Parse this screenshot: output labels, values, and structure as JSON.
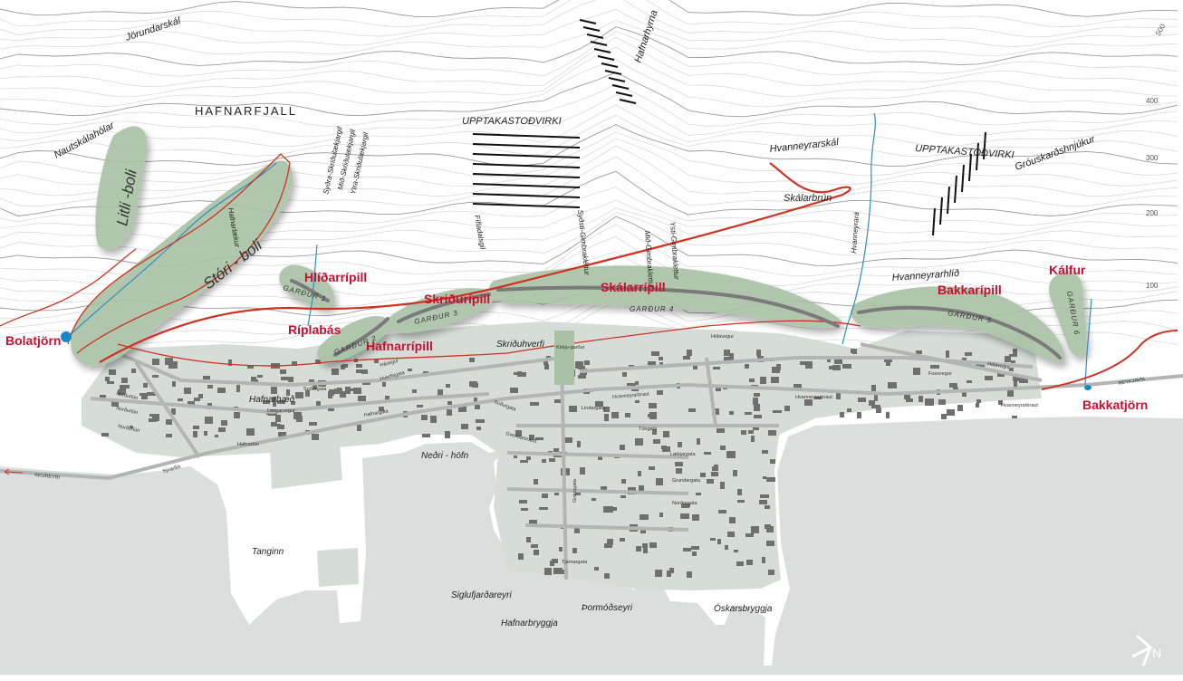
{
  "colors": {
    "sea": "#dcdedd",
    "town": "#d6ddd9",
    "zone_fill": "#a9c2a5",
    "red_line": "#cc3322",
    "water": "#2f8fc0",
    "building": "#6f6f6f",
    "road": "#b3b5b4"
  },
  "mountains": {
    "hafnarfjall": "HAFNARFJALL",
    "jorundarskal": "Jörundarskál",
    "hafnarhyrna": "Hafnarhyrna",
    "nautskalaholar": "Nautskálahólar",
    "upptak_west": "UPPTAKASTOÐVIRKI",
    "upptak_east": "UPPTAKASTOÐVIRKI",
    "hvanneyrarskal": "Hvanneyrarskál",
    "skalarbrun": "Skálarbrún",
    "grouskardshnjukur": "Gróuskarðshnjúkur",
    "hvanneyrarhlid": "Hvanneyrarhlíð"
  },
  "gullies": {
    "sydra": "Syðra-Skriðulækjargil",
    "mid": "Mið-Skriðulækjargil",
    "ytra": "Ytra-Skriðulækjargil",
    "hafnarlaekur": "Hafnarlækur",
    "fifladalsgil": "Fífladalsgil",
    "sydsti": "Syðsti-Gimbrakléttur",
    "mid_gimbra": "Mið-Gimbraklettur",
    "ysti_gimbra": "Ysti-Gimbraklettur",
    "hvanneyrara": "Hvanneyrará"
  },
  "elevations": [
    "500",
    "400",
    "300",
    "200",
    "100"
  ],
  "avalanche_zones": {
    "litli_boli": "Litli -boli",
    "stori_boli": "Stóri - boli"
  },
  "red_labels": {
    "bolatjorn": "Bolatjörn",
    "hlidarripill": "Hlíðarrípill",
    "riplabas": "Ríplabás",
    "hafnarripill": "Hafnarrípill",
    "skriduripill": "Skriðurípill",
    "skalarripill": "Skálarrípill",
    "bakkaripill": "Bakkarípill",
    "kalfur": "Kálfur",
    "bakkatjorn": "Bakkatjörn"
  },
  "dams": [
    "GARÐUR 1",
    "GARÐUR 2",
    "GARÐUR 3",
    "GARÐUR 4",
    "GARÐUR 5",
    "GARÐUR 6"
  ],
  "places": {
    "hafnarhaed": "Hafnarhæð",
    "skriduhverfi": "Skriðuhverfi",
    "kirkjugardur": "Kirkju-garður",
    "nedri_hofn": "Neðri - höfn",
    "tanginn": "Tanginn",
    "siglufjardareyri": "Siglufjarðareyri",
    "hafnarbryggja": "Hafnarbryggja",
    "thormodseyri": "Þormóðseyri",
    "oskarsbryggja": "Óskarsbryggja",
    "akureyri": "AKUREYRI",
    "reykjavik": "REYKJAVÍK"
  },
  "streets": {
    "nordurtun1": "Norðurtún",
    "nordurtun2": "Norðurtún",
    "nordurtun3": "Norðurtún",
    "sudurgata": "Suðurgata",
    "laugarvegur": "Laugarvegur",
    "hafnargata": "Hafnargata",
    "hafnartun": "Hafnartún",
    "havegur": "Hávegur",
    "hverfisgata": "Hverfisgata",
    "sudurgata2": "Suðurgata",
    "gudrunargata": "Gvendarbrautt",
    "lindargata": "Lindargata",
    "hvanneyrarbraut1": "Hvanneyrarbraut",
    "hvanneyrarbraut2": "Hvanneyrarbraut",
    "hvanneyrarbraut3": "Hvanneyrarbraut",
    "holavegur1": "Hólavegur",
    "holavegur2": "Hólavegur",
    "fossvegur": "Fossvegur",
    "tungata": "Túngata",
    "laekjargata": "Lækjargata",
    "grundargata": "Grundargata",
    "nordurgata": "Norðurgata",
    "granugata": "Gránugata",
    "tjarnargata": "Tjarnargata",
    "syrarflot": "Sýrarflöt"
  },
  "compass": {
    "label": "N"
  }
}
